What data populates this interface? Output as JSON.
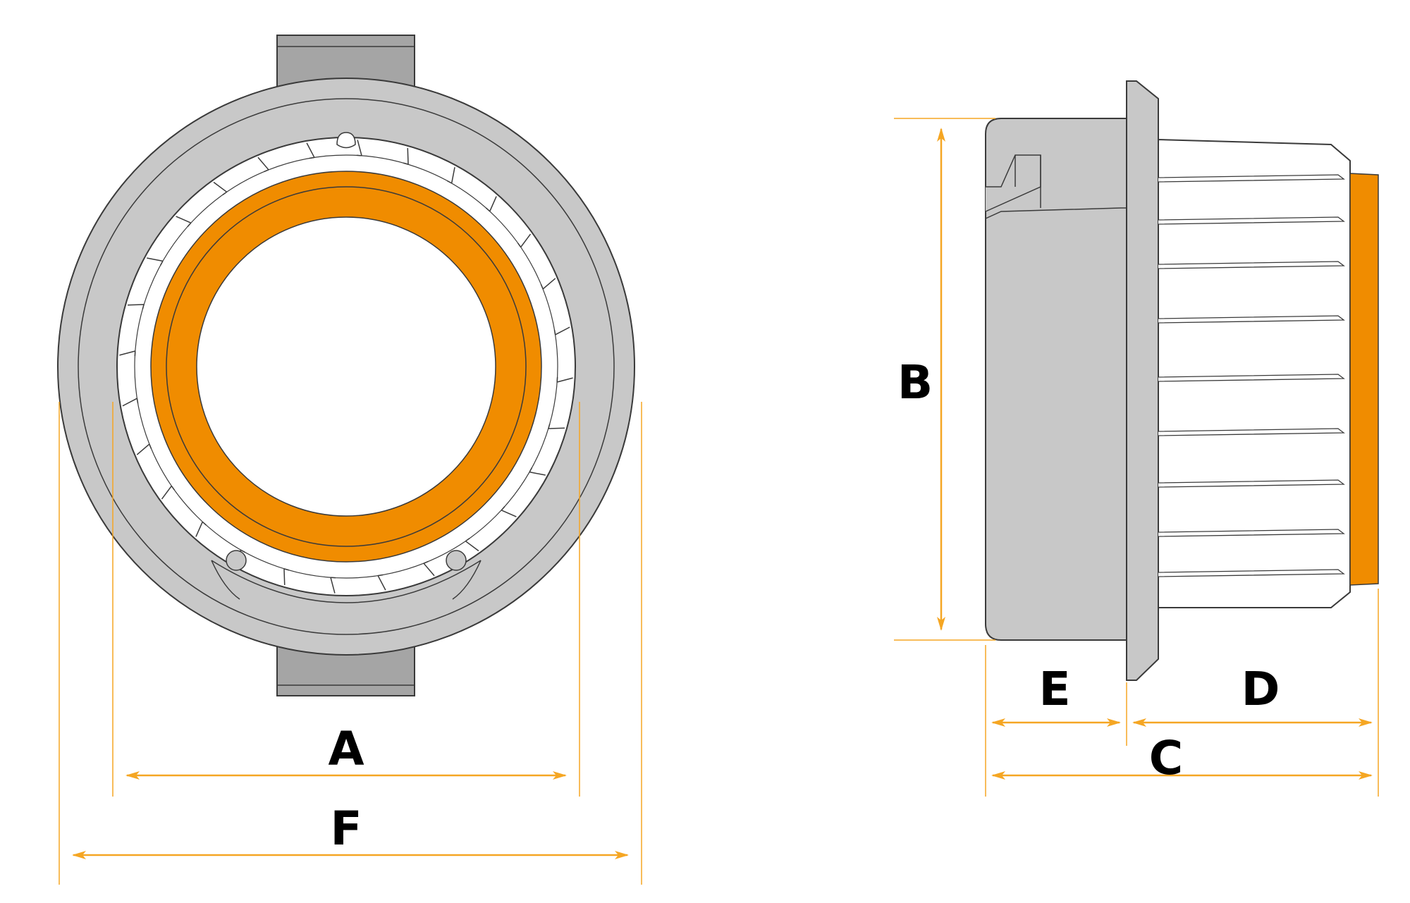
{
  "colors": {
    "accent": "#F08C00",
    "body_gray": "#C8C8C8",
    "tab_gray": "#A5A5A5",
    "outline": "#3A3A3A",
    "dimension_line": "#F5A623",
    "extension_line": "#F5A623",
    "label": "#000000"
  },
  "labels": {
    "A": "A",
    "B": "B",
    "C": "C",
    "D": "D",
    "E": "E",
    "F": "F"
  }
}
